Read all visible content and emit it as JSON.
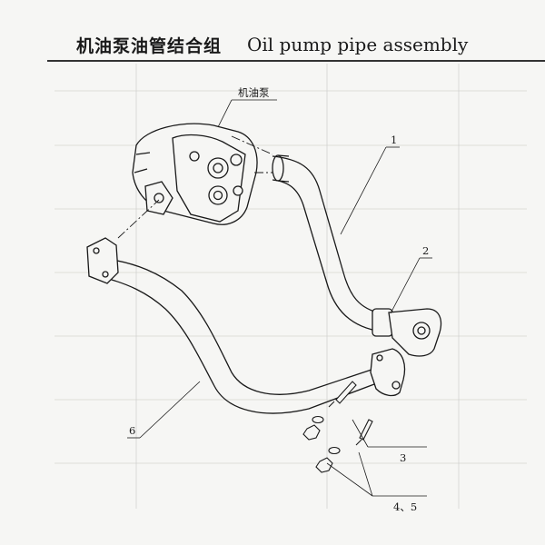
{
  "title": {
    "chinese": "机油泵油管结合组",
    "english": "Oil pump pipe assembly"
  },
  "callouts": {
    "oil_pump": "机油泵",
    "part_1": "1",
    "part_2": "2",
    "part_3": "3",
    "part_4_5": "4、5",
    "part_6": "6"
  },
  "parts": [
    {
      "id": "oil-pump",
      "label": "机油泵"
    },
    {
      "id": "upper-pipe",
      "label": "1"
    },
    {
      "id": "flange-joint",
      "label": "2"
    },
    {
      "id": "stud",
      "label": "3"
    },
    {
      "id": "nut-washer",
      "label": "4、5"
    },
    {
      "id": "lower-pipe",
      "label": "6"
    }
  ],
  "colors": {
    "ink": "#1a1a1a",
    "paper": "#f6f6f4",
    "ghost_lines": "#c9c9c6"
  }
}
